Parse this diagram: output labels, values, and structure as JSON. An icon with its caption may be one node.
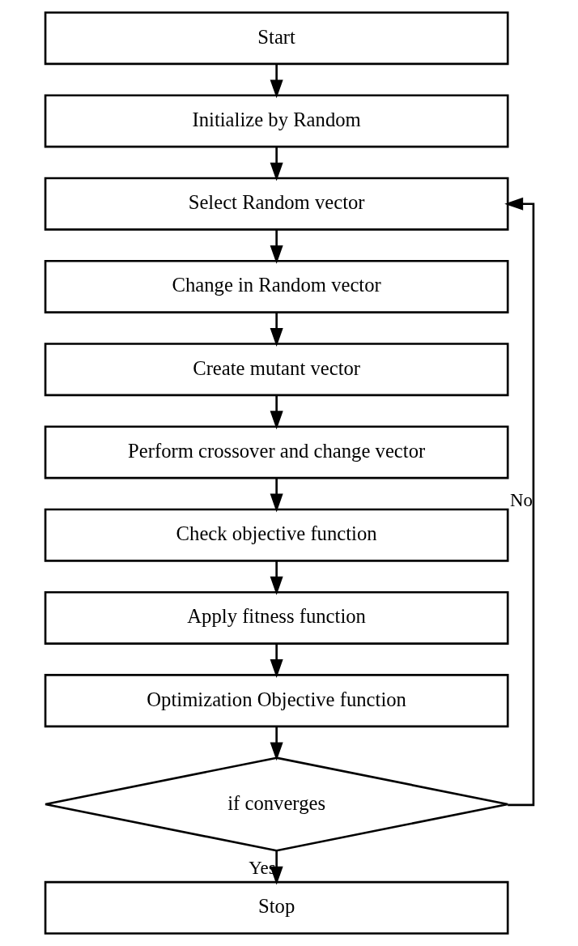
{
  "diagram": {
    "nodes": [
      {
        "text": [
          "Start"
        ]
      },
      {
        "text": [
          "Initialize by Random"
        ]
      },
      {
        "text": [
          "Select Random vector"
        ]
      },
      {
        "text": [
          "Change in Random vector"
        ]
      },
      {
        "text": [
          "Create mutant vector"
        ]
      },
      {
        "text": [
          "Perform crossover and change vector"
        ]
      },
      {
        "text": [
          "Check objective function"
        ]
      },
      {
        "text": [
          "Apply fitness function"
        ]
      },
      {
        "text": [
          "Optimization Objective function"
        ]
      },
      {
        "text": [
          "if converges"
        ]
      },
      {
        "text": [
          "Stop"
        ]
      }
    ],
    "edges": [
      {
        "from": 0,
        "to": 1,
        "arrow": "to"
      },
      {
        "from": 1,
        "to": 2,
        "arrow": "to"
      },
      {
        "from": 2,
        "to": 3,
        "arrow": "to"
      },
      {
        "from": 3,
        "to": 4,
        "arrow": "to"
      },
      {
        "from": 4,
        "to": 5,
        "arrow": "to"
      },
      {
        "from": 5,
        "to": 6,
        "arrow": "to"
      },
      {
        "from": 6,
        "to": 7,
        "arrow": "to"
      },
      {
        "from": 7,
        "to": 8,
        "arrow": "to"
      },
      {
        "from": 8,
        "to": 9,
        "arrow": "to"
      },
      {
        "from": 9,
        "to": 2,
        "arrow": "to",
        "label": "No"
      },
      {
        "from": 9,
        "to": 10,
        "arrow": "to",
        "label": "Yes"
      }
    ]
  }
}
